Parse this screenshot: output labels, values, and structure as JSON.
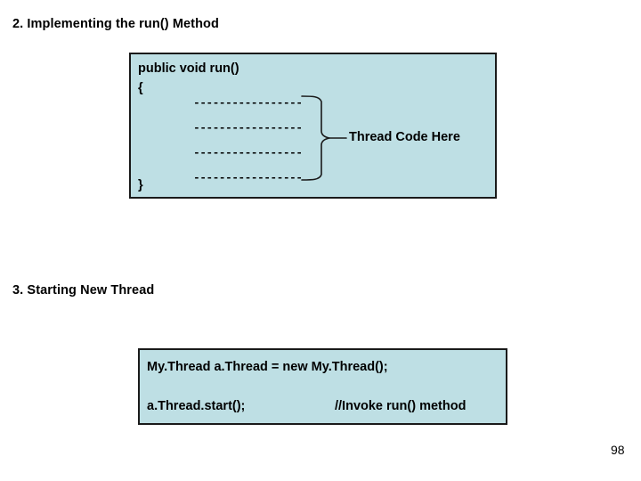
{
  "slide": {
    "page_number": "98",
    "background_color": "#ffffff",
    "box_fill_color": "#bedfe4",
    "box_border_color": "#1a1a1a",
    "text_color": "#000000"
  },
  "sections": [
    {
      "heading": "2. Implementing the run() Method"
    },
    {
      "heading": "3. Starting New Thread"
    }
  ],
  "run_method_box": {
    "signature": "public void run()",
    "open_brace": "{",
    "close_brace": "}",
    "placeholder_lines": [
      "-----------------",
      "-----------------",
      "-----------------",
      "-----------------"
    ],
    "annotation_label": "Thread Code Here",
    "annotation_icon": "right-pointing-curly-brace"
  },
  "start_thread_box": {
    "statement": "My.Thread a.Thread = new My.Thread();",
    "start_call": "a.Thread.start();",
    "comment": "//Invoke run() method"
  }
}
